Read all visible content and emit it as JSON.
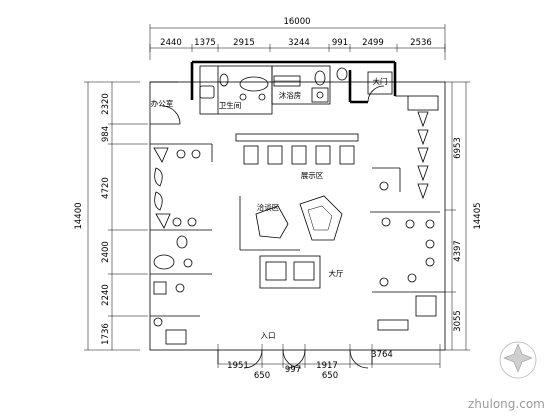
{
  "plan": {
    "overall_width": "16000",
    "top_dims": [
      "2440",
      "1375",
      "2915",
      "3244",
      "991",
      "2499",
      "2536"
    ],
    "left_dims": [
      "2320",
      "984",
      "4720",
      "2400",
      "2240",
      "1736"
    ],
    "left_total": "14400",
    "right_dims": [
      "6953",
      "4397",
      "3055"
    ],
    "right_total": "14405",
    "bottom_dims": [
      "1951",
      "650",
      "997",
      "1917",
      "650",
      "3764"
    ]
  },
  "rooms": {
    "toilet_room": "卫生间",
    "bath_room": "沐浴房",
    "office": "办公室",
    "entrance": "入口",
    "gate": "大门",
    "negotiation": "洽谈区",
    "display": "展示区",
    "hall": "大厅"
  },
  "watermark": {
    "text": "zhulong.com"
  }
}
